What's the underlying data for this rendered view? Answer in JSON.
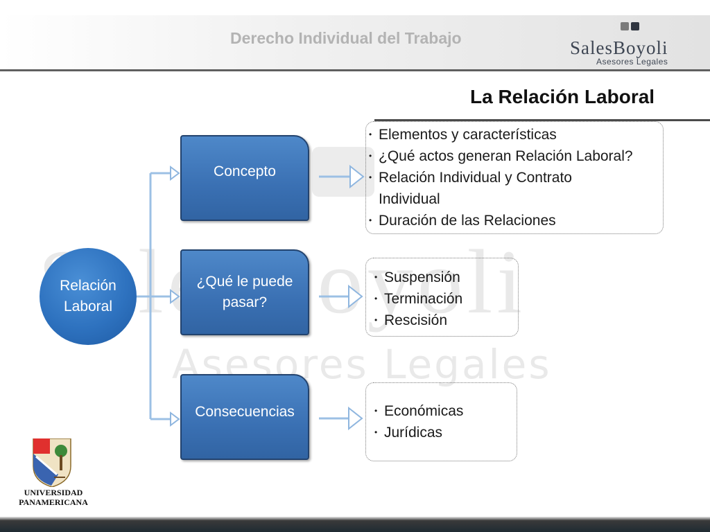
{
  "header": {
    "course_title": "Derecho Individual del Trabajo",
    "brand": {
      "name_part1": "Sales",
      "name_part2": "Boyoli",
      "tagline": "Asesores Legales"
    }
  },
  "watermark": {
    "line1": "SalesBoyoli",
    "line2": "Asesores Legales"
  },
  "slide": {
    "title": "La Relación Laboral"
  },
  "diagram": {
    "root": {
      "line1": "Relación",
      "line2": "Laboral"
    },
    "branches": [
      {
        "label": "Concepto",
        "items": [
          "Elementos y características",
          "¿Qué actos generan Relación Laboral?",
          "Relación Individual y Contrato",
          "Individual",
          "Duración de las Relaciones"
        ]
      },
      {
        "label_line1": "¿Qué le puede",
        "label_line2": "pasar?",
        "items": [
          "Suspensión",
          "Terminación",
          "Rescisión"
        ]
      },
      {
        "label": "Consecuencias",
        "items": [
          "Económicas",
          "Jurídicas"
        ]
      }
    ]
  },
  "footer": {
    "university_line1": "UNIVERSIDAD",
    "university_line2": "PANAMERICANA"
  },
  "colors": {
    "node_blue": "#3a70b3",
    "circle_blue": "#2e72bf",
    "connector_blue": "#8fb6df",
    "title_gray": "#b3b3b3",
    "brand_dark": "#3e4653"
  }
}
